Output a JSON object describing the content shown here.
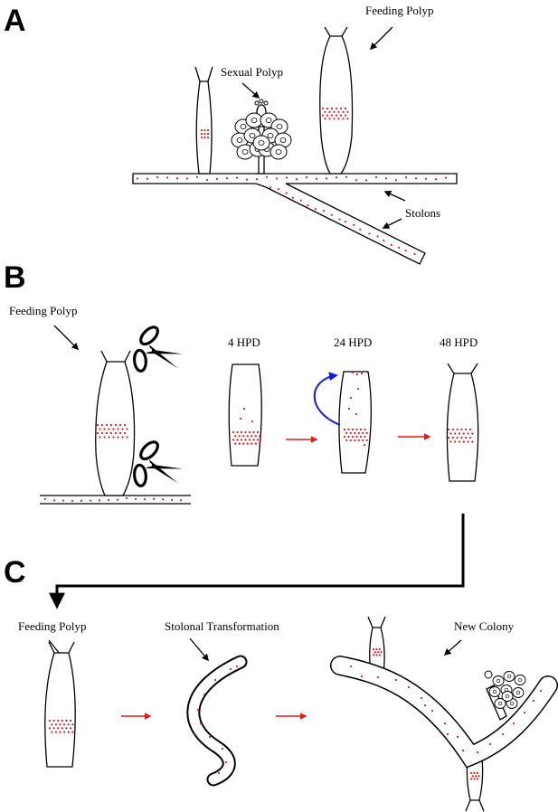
{
  "panels": {
    "a": "A",
    "b": "B",
    "c": "C"
  },
  "labels": {
    "a_feeding_polyp": "Feeding Polyp",
    "a_sexual_polyp": "Sexual Polyp",
    "a_stolons": "Stolons",
    "b_feeding_polyp": "Feeding Polyp",
    "b_4hpd": "4 HPD",
    "b_24hpd": "24 HPD",
    "b_48hpd": "48 HPD",
    "c_feeding_polyp": "Feeding Polyp",
    "c_stolonal": "Stolonal Transformation",
    "c_new_colony": "New Colony"
  },
  "colors": {
    "cells": "#e31a1c",
    "progress_arrow": "#e31a1c",
    "migration_arrow": "#1a1adc",
    "outline": "#000000"
  },
  "icons": [
    "scissors-icon",
    "arrow-icon"
  ]
}
